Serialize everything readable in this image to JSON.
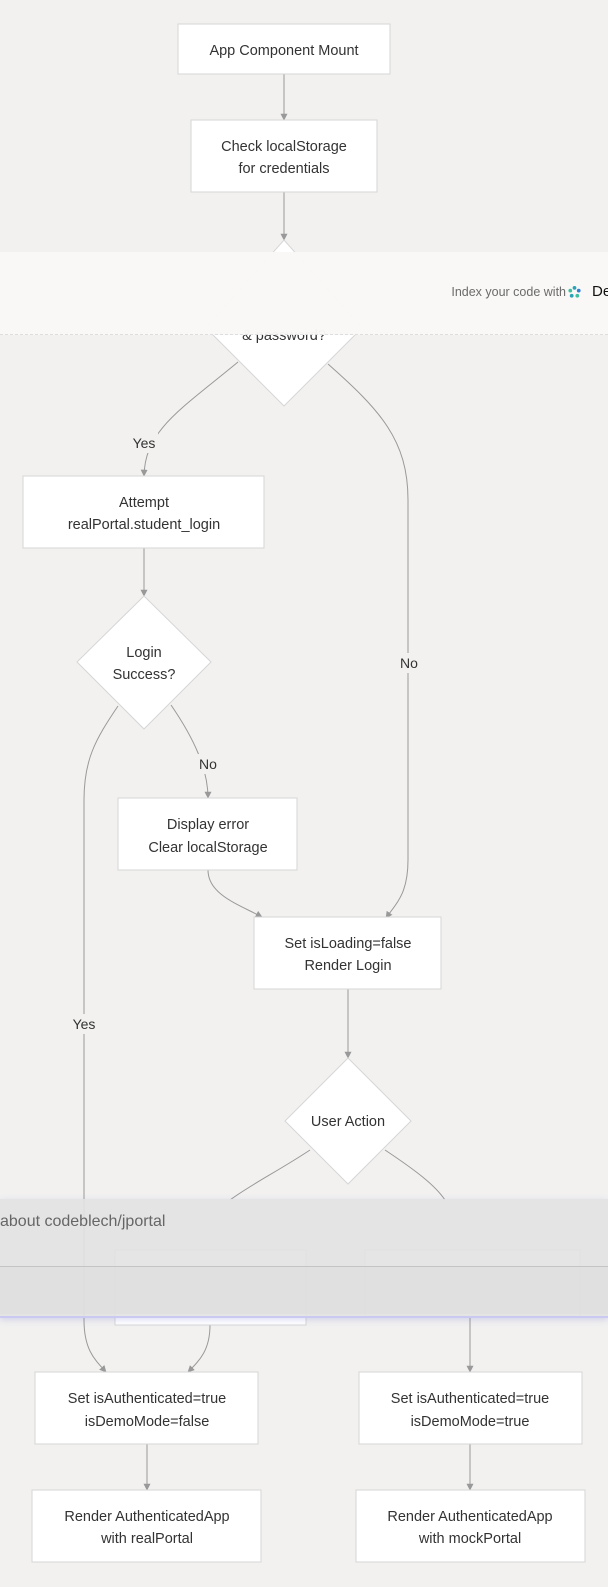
{
  "nodes": {
    "mount": "App Component Mount",
    "check_line1": "Check localStorage",
    "check_line2": "for credentials",
    "decision_tail": "& password?",
    "attempt_line1": "Attempt",
    "attempt_line2": "realPortal.student_login",
    "login_line1": "Login",
    "login_line2": "Success?",
    "error_line1": "Display error",
    "error_line2": "Clear localStorage",
    "render_login_line1": "Set isLoading=false",
    "render_login_line2": "Render Login",
    "user_action": "User Action",
    "auth_real_line1": "Set isAuthenticated=true",
    "auth_real_line2": "isDemoMode=false",
    "auth_demo_line1": "Set isAuthenticated=true",
    "auth_demo_line2": "isDemoMode=true",
    "app_real_line1": "Render AuthenticatedApp",
    "app_real_line2": "with realPortal",
    "app_mock_line1": "Render AuthenticatedApp",
    "app_mock_line2": "with mockPortal"
  },
  "edge_labels": {
    "has_creds_yes": "Yes",
    "has_creds_no": "No",
    "login_no": "No",
    "login_yes": "Yes"
  },
  "index_banner": {
    "text": "Index your code with",
    "brand": "De",
    "brand_icon": "deepwiki-logo-icon"
  },
  "ask_bar": {
    "text": "about codeblech/jportal"
  },
  "colors": {
    "background": "#f2f1f0",
    "node_fill": "#ffffff",
    "node_stroke": "#d6d6d6",
    "edge": "#999999"
  }
}
